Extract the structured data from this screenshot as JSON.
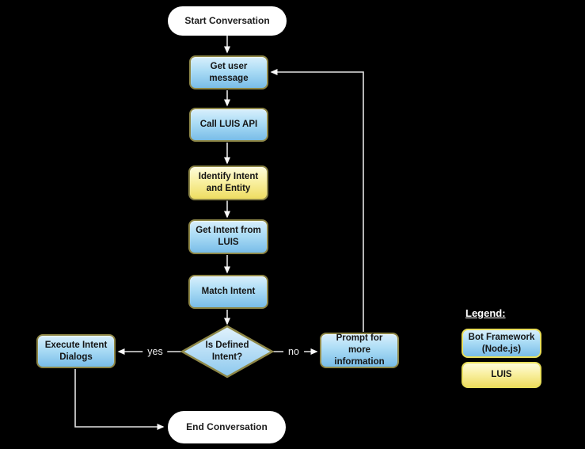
{
  "diagram": {
    "type": "flowchart",
    "background": "#000000",
    "nodes": [
      {
        "id": "start",
        "label": "Start Conversation",
        "shape": "terminator",
        "category": "none"
      },
      {
        "id": "get-user-message",
        "label": "Get user message",
        "shape": "process",
        "category": "bot-framework"
      },
      {
        "id": "call-luis-api",
        "label": "Call LUIS API",
        "shape": "process",
        "category": "bot-framework"
      },
      {
        "id": "identify-intent-and-entity",
        "label": "Identify Intent and Entity",
        "shape": "process",
        "category": "luis"
      },
      {
        "id": "get-intent-from-luis",
        "label": "Get Intent from LUIS",
        "shape": "process",
        "category": "bot-framework"
      },
      {
        "id": "match-intent",
        "label": "Match Intent",
        "shape": "process",
        "category": "bot-framework"
      },
      {
        "id": "is-defined-intent",
        "label": "Is Defined Intent?",
        "shape": "decision",
        "category": "bot-framework"
      },
      {
        "id": "execute-intent-dialogs",
        "label": "Execute Intent Dialogs",
        "shape": "process",
        "category": "bot-framework"
      },
      {
        "id": "prompt-for-more-information",
        "label": "Prompt for more information",
        "shape": "process",
        "category": "bot-framework"
      },
      {
        "id": "end",
        "label": "End Conversation",
        "shape": "terminator",
        "category": "none"
      }
    ],
    "edges": [
      {
        "from": "start",
        "to": "get-user-message"
      },
      {
        "from": "get-user-message",
        "to": "call-luis-api"
      },
      {
        "from": "call-luis-api",
        "to": "identify-intent-and-entity"
      },
      {
        "from": "identify-intent-and-entity",
        "to": "get-intent-from-luis"
      },
      {
        "from": "get-intent-from-luis",
        "to": "match-intent"
      },
      {
        "from": "match-intent",
        "to": "is-defined-intent"
      },
      {
        "from": "is-defined-intent",
        "to": "execute-intent-dialogs",
        "label": "yes"
      },
      {
        "from": "is-defined-intent",
        "to": "prompt-for-more-information",
        "label": "no"
      },
      {
        "from": "prompt-for-more-information",
        "to": "get-user-message"
      },
      {
        "from": "execute-intent-dialogs",
        "to": "end"
      }
    ],
    "legend": {
      "title": "Legend:",
      "items": [
        {
          "label": "Bot Framework (Node.js)",
          "color_key": "bot-framework"
        },
        {
          "label": "LUIS",
          "color_key": "luis"
        }
      ]
    },
    "colors": {
      "bot_framework_top": "#d8effc",
      "bot_framework_bottom": "#79bde8",
      "luis_top": "#fefcda",
      "luis_bottom": "#eedd62",
      "node_border": "#8e8747",
      "legend_border": "#e9df5c",
      "terminator_fill": "#ffffff",
      "connector_line": "#e3e3e3",
      "arrowhead": "#fafafa",
      "node_text": "#151515",
      "edge_label_text": "#efefef"
    }
  }
}
